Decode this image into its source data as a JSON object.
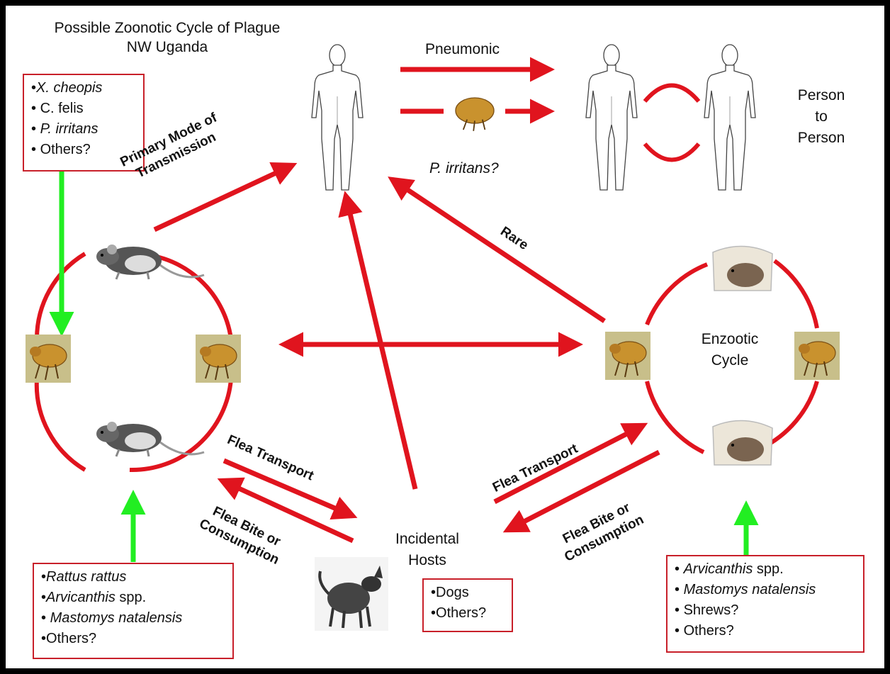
{
  "title": {
    "line1": "Possible Zoonotic Cycle of Plague",
    "line2": "NW Uganda"
  },
  "colors": {
    "arrow_red": "#e0141e",
    "arrow_green": "#22ee22",
    "box_border": "#c8202a",
    "flea": "#c9922e",
    "flea_bg": "#c8bf8a"
  },
  "vector_box": {
    "items": [
      {
        "bullet": "•",
        "name": "X. cheopis",
        "suffix": ""
      },
      {
        "bullet": "• ",
        "name": "C. felis",
        "suffix": ""
      },
      {
        "bullet": "• ",
        "name": "P. irritans",
        "suffix": ""
      },
      {
        "bullet": "• ",
        "name": "Others?",
        "suffix": ""
      }
    ]
  },
  "rodent_box": {
    "items": [
      {
        "bullet": "•",
        "name": "Rattus rattus",
        "suffix": ""
      },
      {
        "bullet": "•",
        "name": "Arvicanthis",
        "suffix": " spp."
      },
      {
        "bullet": "• ",
        "name": "Mastomys natalensis",
        "suffix": ""
      },
      {
        "bullet": "•",
        "name": "Others?",
        "suffix": ""
      }
    ]
  },
  "enzootic_box": {
    "items": [
      {
        "bullet": "• ",
        "name": "Arvicanthis",
        "suffix": " spp."
      },
      {
        "bullet": "• ",
        "name": "Mastomys natalensis",
        "suffix": ""
      },
      {
        "bullet": "• ",
        "name": "Shrews?",
        "suffix": ""
      },
      {
        "bullet": "• ",
        "name": "Others?",
        "suffix": ""
      }
    ]
  },
  "incidental_box": {
    "items": [
      {
        "bullet": "•",
        "name": "Dogs"
      },
      {
        "bullet": "•",
        "name": "Others?"
      }
    ]
  },
  "labels": {
    "pneumonic": "Pneumonic",
    "p_irritans": "P. irritans?",
    "person_to_person": [
      "Person",
      "to",
      "Person"
    ],
    "primary_mode": [
      "Primary Mode of",
      "Transmission"
    ],
    "rare": "Rare",
    "enzootic": [
      "Enzootic",
      "Cycle"
    ],
    "incidental": [
      "Incidental",
      "Hosts"
    ],
    "flea_transport_left": "Flea Transport",
    "flea_bite_left": [
      "Flea Bite or",
      "Consumption"
    ],
    "flea_transport_right": "Flea Transport",
    "flea_bite_right": [
      "Flea Bite or",
      "Consumption"
    ]
  }
}
